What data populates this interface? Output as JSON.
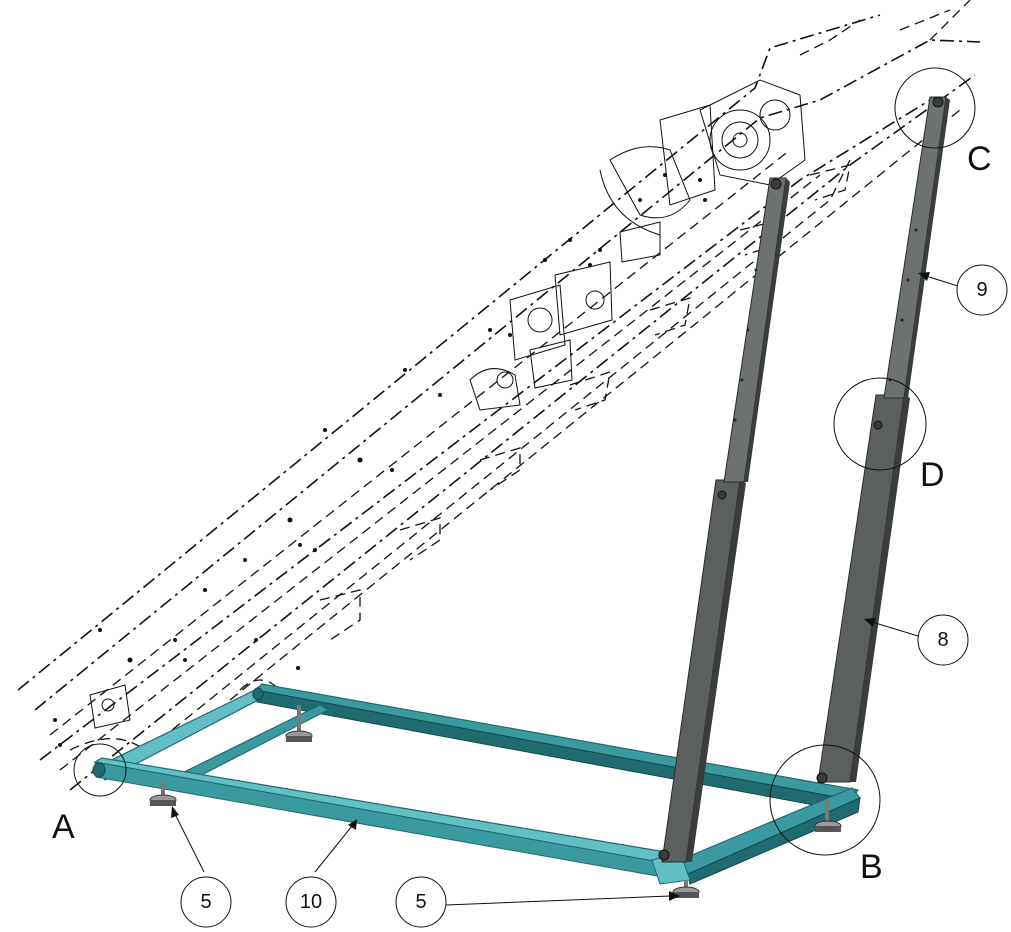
{
  "colors": {
    "frame": "#3a9aa0",
    "frame_dark": "#1f6b70",
    "frame_light": "#62c0c4",
    "leg": "#5c5f5f",
    "leg_dark": "#3b3d3d",
    "leg_light": "#858888",
    "line": "#111111",
    "foot": "#8a8a8a"
  },
  "detail_labels": {
    "a": "A",
    "b": "B",
    "c": "C",
    "d": "D"
  },
  "balloons": {
    "part_9": "9",
    "part_8": "8",
    "part_5_left": "5",
    "part_10": "10",
    "part_5_right": "5"
  },
  "icons": {
    "arrowhead": "arrowhead-icon"
  }
}
